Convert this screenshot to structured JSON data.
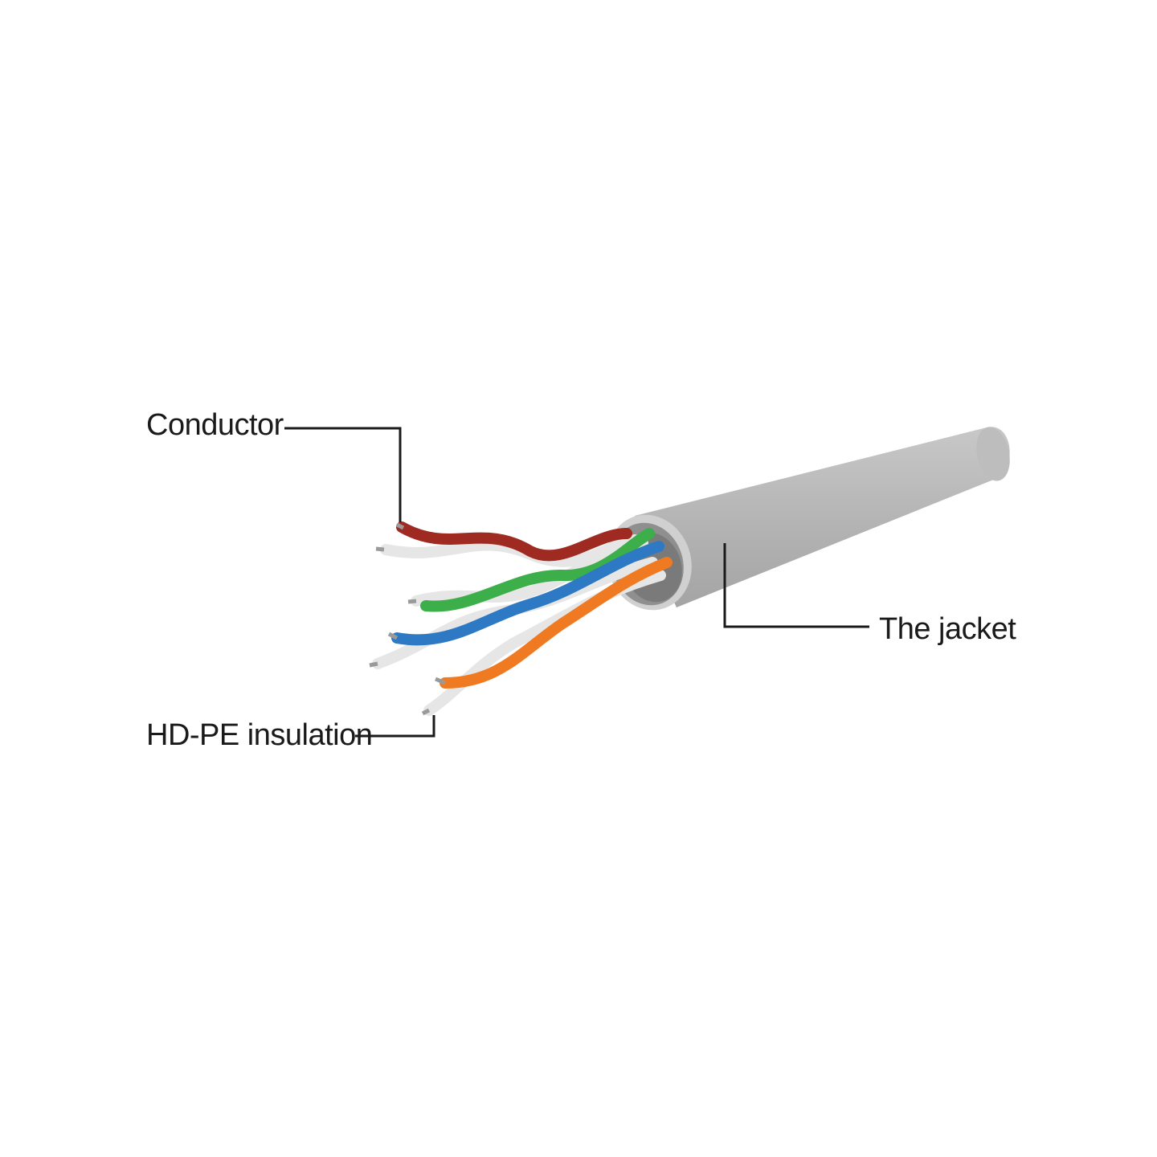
{
  "labels": {
    "conductor": "Conductor",
    "jacket": "The jacket",
    "insulation": "HD-PE insulation"
  },
  "colors": {
    "jacket": "#b3b3b3",
    "jacket_light": "#c4c4c4",
    "jacket_dark": "#9c9c9c",
    "pair_brown": "#9e2a22",
    "pair_green": "#3cae4a",
    "pair_blue": "#2d79c4",
    "pair_orange": "#f07a22",
    "pair_white": "#e6e6e6",
    "leader": "#1a1a1a"
  }
}
